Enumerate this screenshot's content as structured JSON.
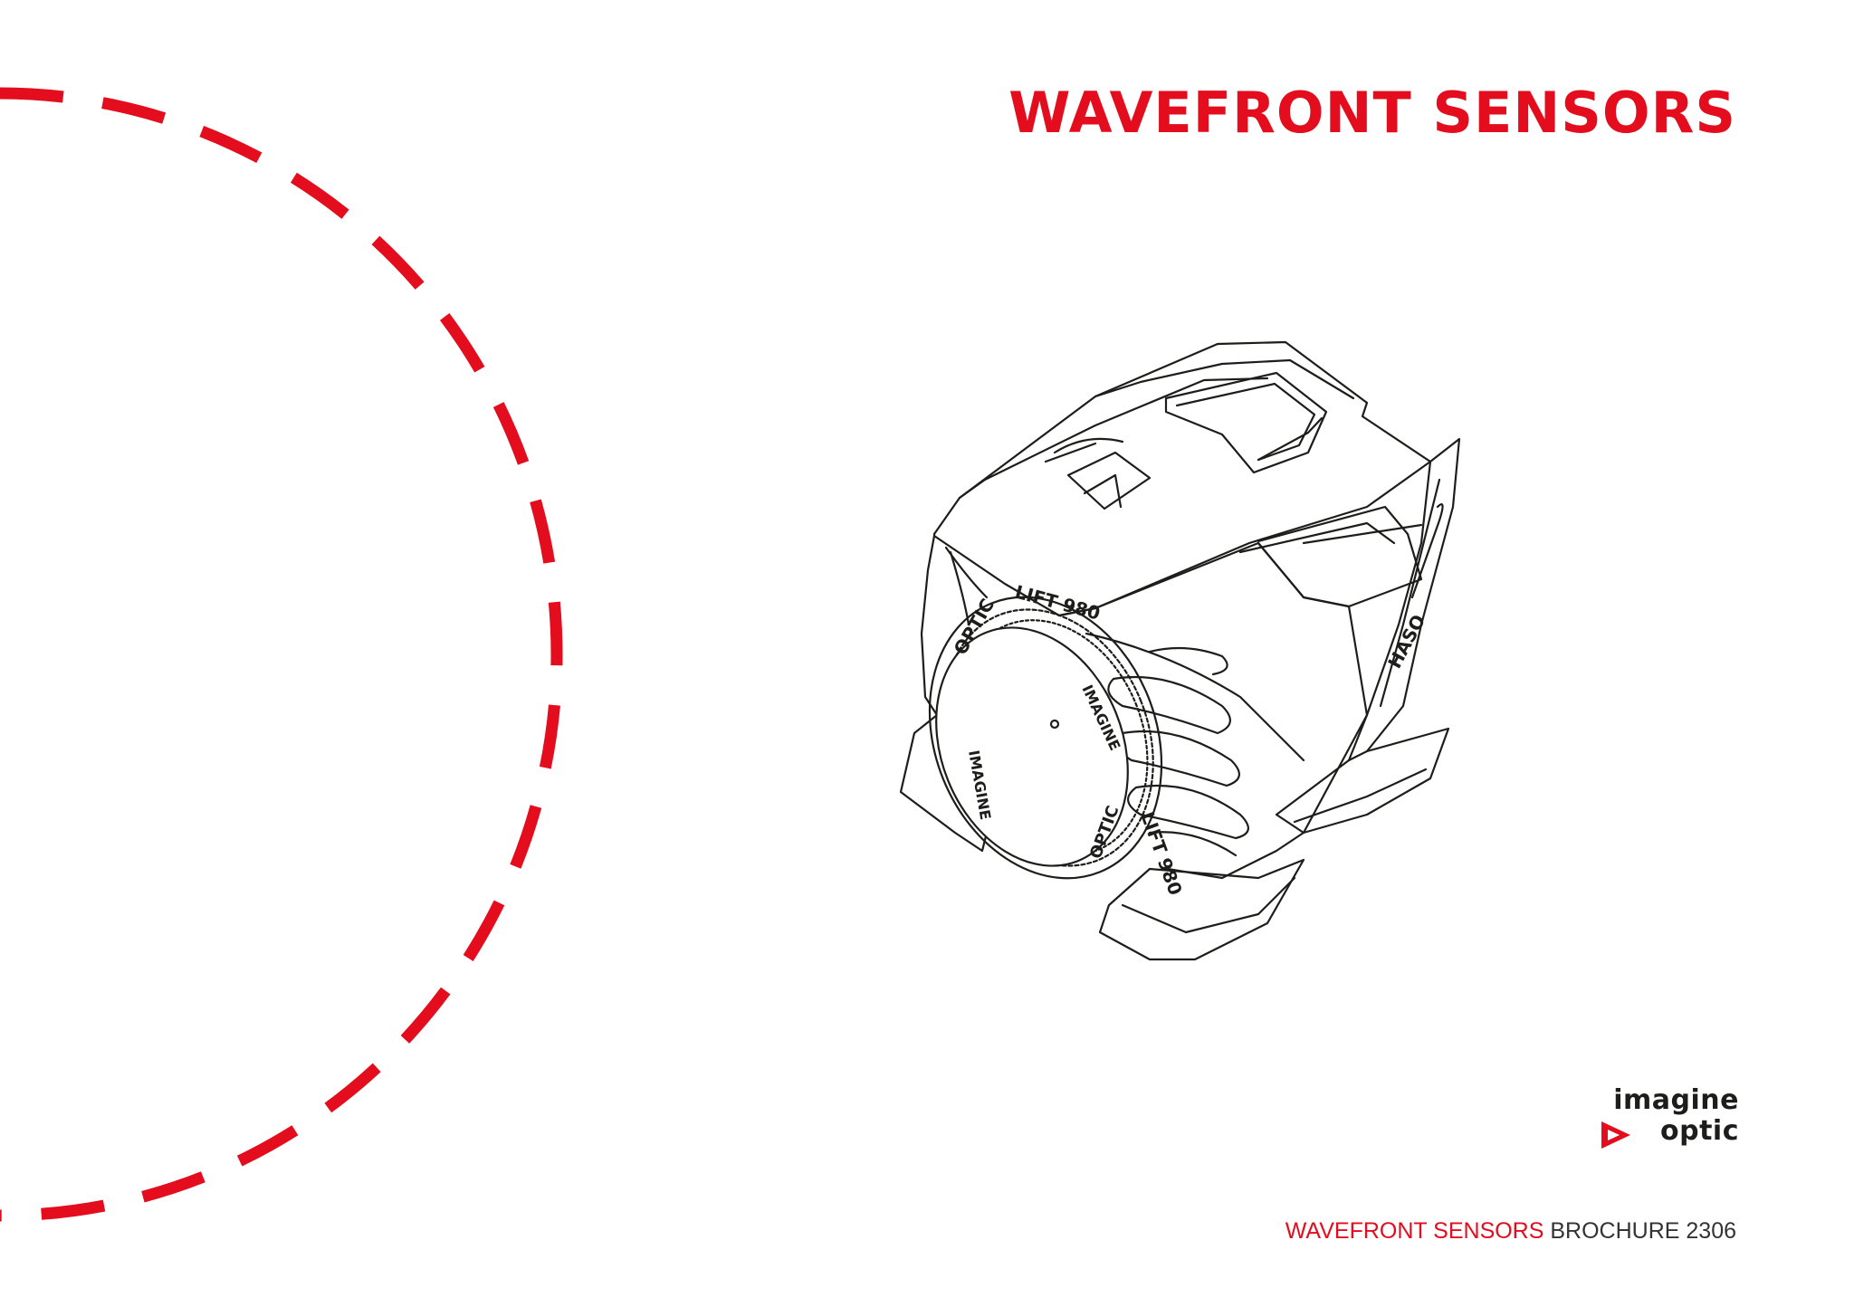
{
  "title": "WAVEFRONT SENSORS",
  "logo": {
    "line1": "imagine",
    "line2": "optic"
  },
  "footer": {
    "highlight": "WAVEFRONT SENSORS",
    "rest": " BROCHURE 2306"
  },
  "illustration": {
    "icon": "wavefront-sensor-line-drawing"
  },
  "colors": {
    "accent": "#e30d1d",
    "text_dark": "#333333",
    "line": "#1d1d1b"
  }
}
